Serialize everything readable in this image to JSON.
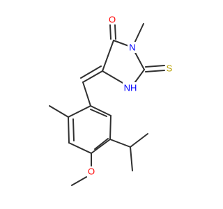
{
  "atom_labels": {
    "carbonyl_oxygen": "O",
    "ring_nitrogen_methyl": "N",
    "thione_sulfur": "S",
    "ring_nitrogen_h": "NH",
    "methoxy_oxygen": "O"
  },
  "colors": {
    "bond": "#303030",
    "oxygen": "#ff0000",
    "nitrogen": "#0000ff",
    "sulfur": "#b8a000"
  }
}
